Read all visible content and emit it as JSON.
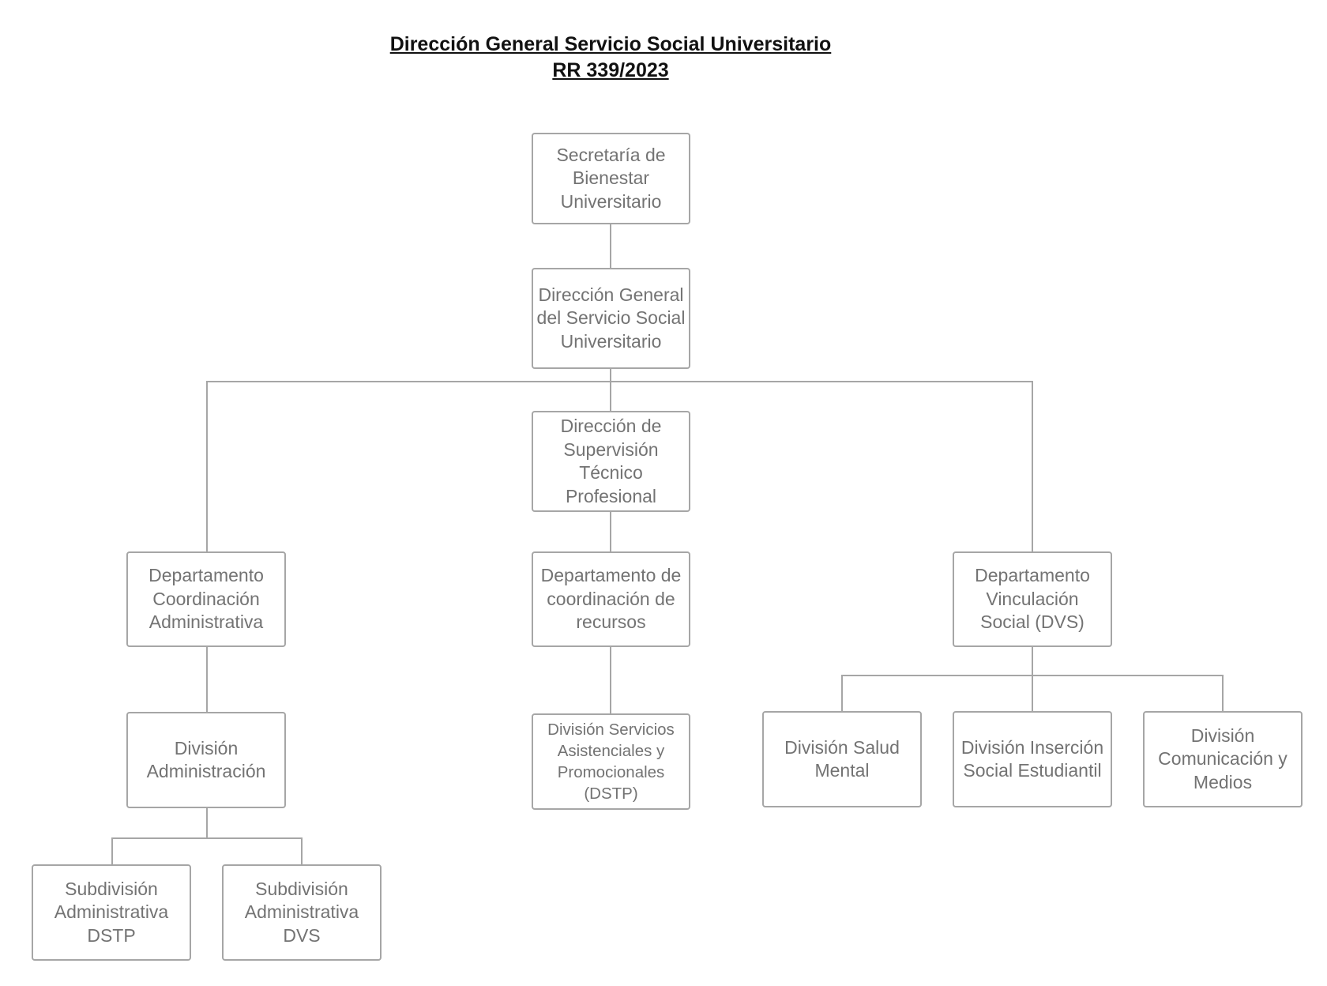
{
  "title": {
    "line1": "Dirección General Servicio Social Universitario",
    "line2": "RR 339/2023"
  },
  "nodes": {
    "secretaria": "Secretaría de Bienestar Universitario",
    "direccion_general": "Dirección General del Servicio Social Universitario",
    "direccion_supervision": "Dirección de Supervisión Técnico Profesional",
    "depto_coordinacion_admin": "Departamento Coordinación Administrativa",
    "depto_coordinacion_recursos": "Departamento de coordinación de recursos",
    "depto_vinculacion": "Departamento Vinculación Social (DVS)",
    "div_administracion": "División Administración",
    "div_servicios": "División Servicios Asistenciales y Promocionales (DSTP)",
    "div_salud": "División Salud Mental",
    "div_insercion": "División Inserción Social Estudiantil",
    "div_comunicacion": "División Comunicación y Medios",
    "subdiv_dstp": "Subdivisión Administrativa DSTP",
    "subdiv_dvs": "Subdivisión Administrativa DVS"
  }
}
